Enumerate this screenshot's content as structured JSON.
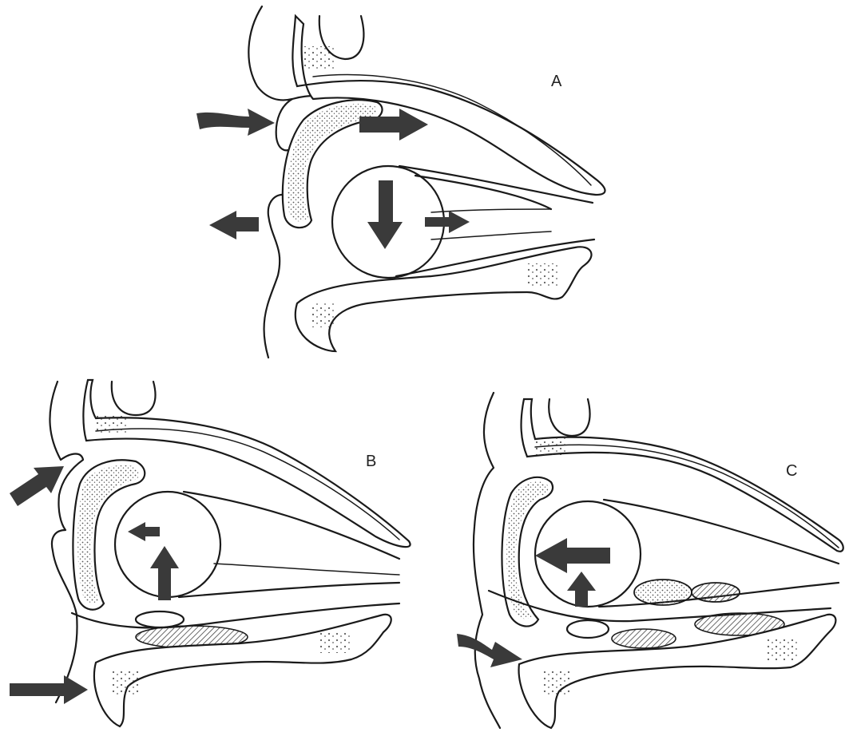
{
  "panels": [
    {
      "id": "A",
      "label": "A"
    },
    {
      "id": "B",
      "label": "B"
    },
    {
      "id": "C",
      "label": "C"
    }
  ],
  "colors": {
    "line": "#1a1a1a",
    "arrow": "#3a3a3a",
    "stipple": "#555555",
    "hatch": "#444444"
  }
}
